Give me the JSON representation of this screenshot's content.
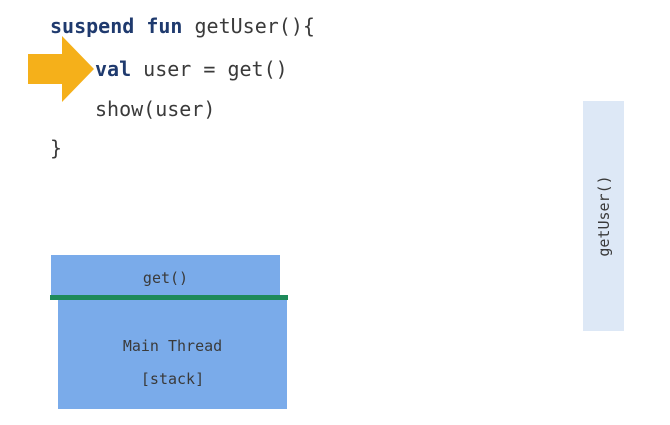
{
  "code": {
    "line1": {
      "keyword1": "suspend",
      "keyword2": "fun",
      "rest": "getUser(){"
    },
    "line2": {
      "keyword": "val",
      "rest": "user = get()"
    },
    "line3": {
      "text": "show(user)"
    },
    "line4": {
      "text": "}"
    }
  },
  "stack": {
    "top_frame": "get()",
    "main_thread": "Main Thread",
    "stack_label": "[stack]"
  },
  "side_panel": {
    "label": "getUser()"
  },
  "colors": {
    "keyword": "#1f3a6e",
    "text": "#3a3a3a",
    "block": "#7aabea",
    "divider": "#1e8a5a",
    "arrow": "#f5b01a",
    "side_panel": "#dde8f6"
  },
  "icons": {
    "pointer": "current-line-arrow-icon"
  }
}
